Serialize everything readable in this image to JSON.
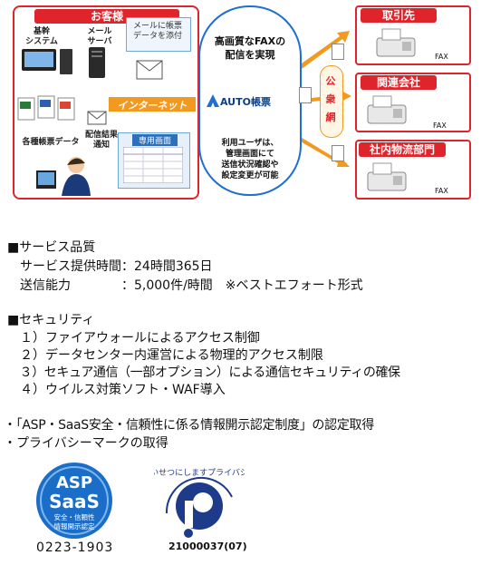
{
  "diagram": {
    "customer": {
      "title": "お客様",
      "core_system": "基幹\nシステム",
      "mail_server": "メール\nサーバ",
      "form_data": "各種帳票データ",
      "delivery_result": "配信結果\n通知",
      "dedicated_screen": "専用画面",
      "mail_note": "メールに帳票\nデータを添付"
    },
    "center": {
      "headline": "高画質なFAXの\n配信を実現",
      "internet": "インターネット",
      "product": "AUTO帳票",
      "public_line": "公\n衆\n網",
      "user_note": "利用ユーザは、\n管理画面にて\n送信状況確認や\n設定変更が可能"
    },
    "recipients": [
      {
        "title": "取引先",
        "fax": "FAX"
      },
      {
        "title": "関連会社",
        "fax": "FAX"
      },
      {
        "title": "社内物流部門",
        "fax": "FAX"
      }
    ]
  },
  "service": {
    "heading": "■サービス品質",
    "lines": [
      "　サービス提供時間：24時間365日",
      "　送信能力　　　　：5,000件/時間　※ベストエフォート形式"
    ]
  },
  "security": {
    "heading": "■セキュリティ",
    "items": [
      "　１）ファイアウォールによるアクセス制御",
      "　２）データセンター内運営による物理的アクセス制限",
      "　３）セキュア通信（一部オプション）による通信セキュリティの確保",
      "　４）ウイルス対策ソフト・WAF導入"
    ]
  },
  "certs": [
    "・「ASP・SaaS安全・信頼性に係る情報開示認定制度」の認定取得",
    "・プライバシーマークの取得"
  ],
  "logos": {
    "asp": {
      "line1": "ASP",
      "line2": "SaaS",
      "sub": "安全・信頼性\n情報開示認定",
      "id": "0223-1903"
    },
    "privacy": {
      "arc": "たいせつにしますプライバシー",
      "id": "21000037(07)"
    }
  },
  "colors": {
    "red": "#e0242b",
    "orange": "#f29a1f",
    "blue": "#1f6fd1"
  }
}
